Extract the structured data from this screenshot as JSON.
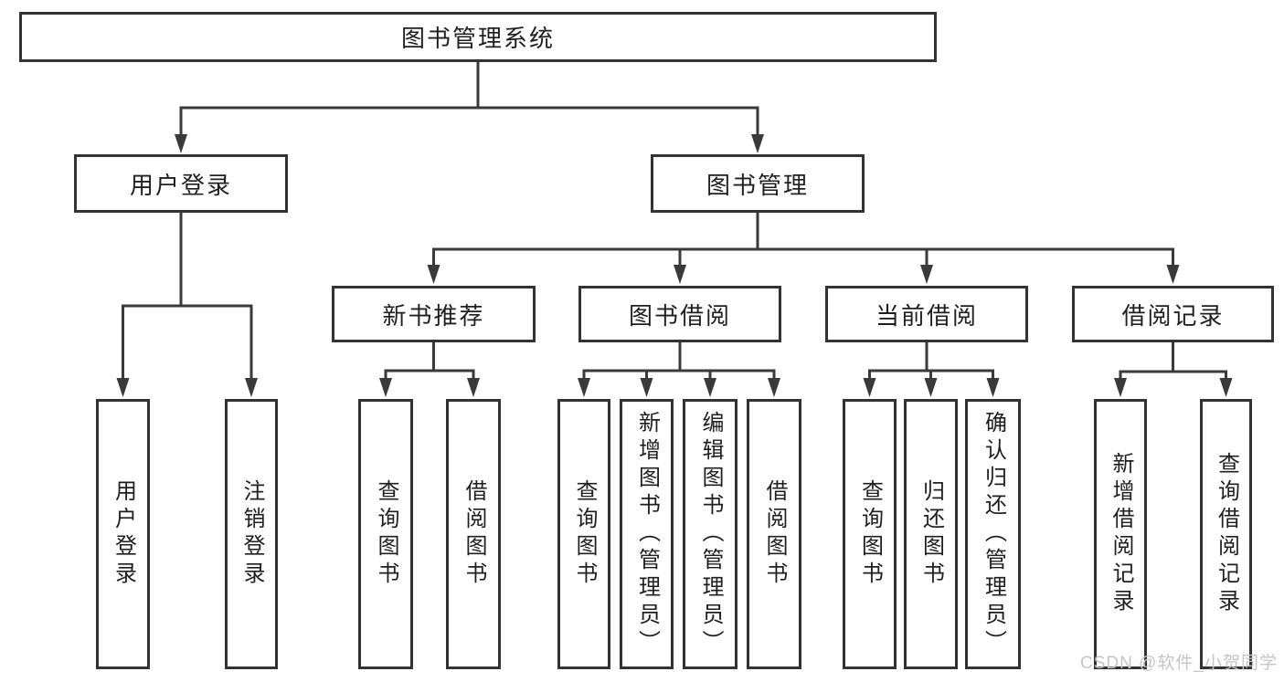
{
  "diagram": {
    "type": "function-structure-tree",
    "title": "图书管理系统"
  },
  "colors": {
    "line": "#3a3a3a",
    "box_border": "#333333",
    "text": "#1f1f1f",
    "background": "#ffffff",
    "watermark": "#c5c5c5"
  },
  "tree": {
    "root": {
      "label": "图书管理系统"
    },
    "branches": [
      {
        "label": "用户登录",
        "children": [
          {
            "label": "用户登录"
          },
          {
            "label": "注销登录"
          }
        ]
      },
      {
        "label": "图书管理",
        "children": [
          {
            "label": "新书推荐",
            "children": [
              {
                "label": "查询图书"
              },
              {
                "label": "借阅图书"
              }
            ]
          },
          {
            "label": "图书借阅",
            "children": [
              {
                "label": "查询图书"
              },
              {
                "label": "新增图书（管理员）"
              },
              {
                "label": "编辑图书（管理员）"
              },
              {
                "label": "借阅图书"
              }
            ]
          },
          {
            "label": "当前借阅",
            "children": [
              {
                "label": "查询图书"
              },
              {
                "label": "归还图书"
              },
              {
                "label": "确认归还（管理员）"
              }
            ]
          },
          {
            "label": "借阅记录",
            "children": [
              {
                "label": "新增借阅记录"
              },
              {
                "label": "查询借阅记录"
              }
            ]
          }
        ]
      }
    ]
  },
  "watermark": {
    "text": "CSDN @软件_小贺同学"
  }
}
